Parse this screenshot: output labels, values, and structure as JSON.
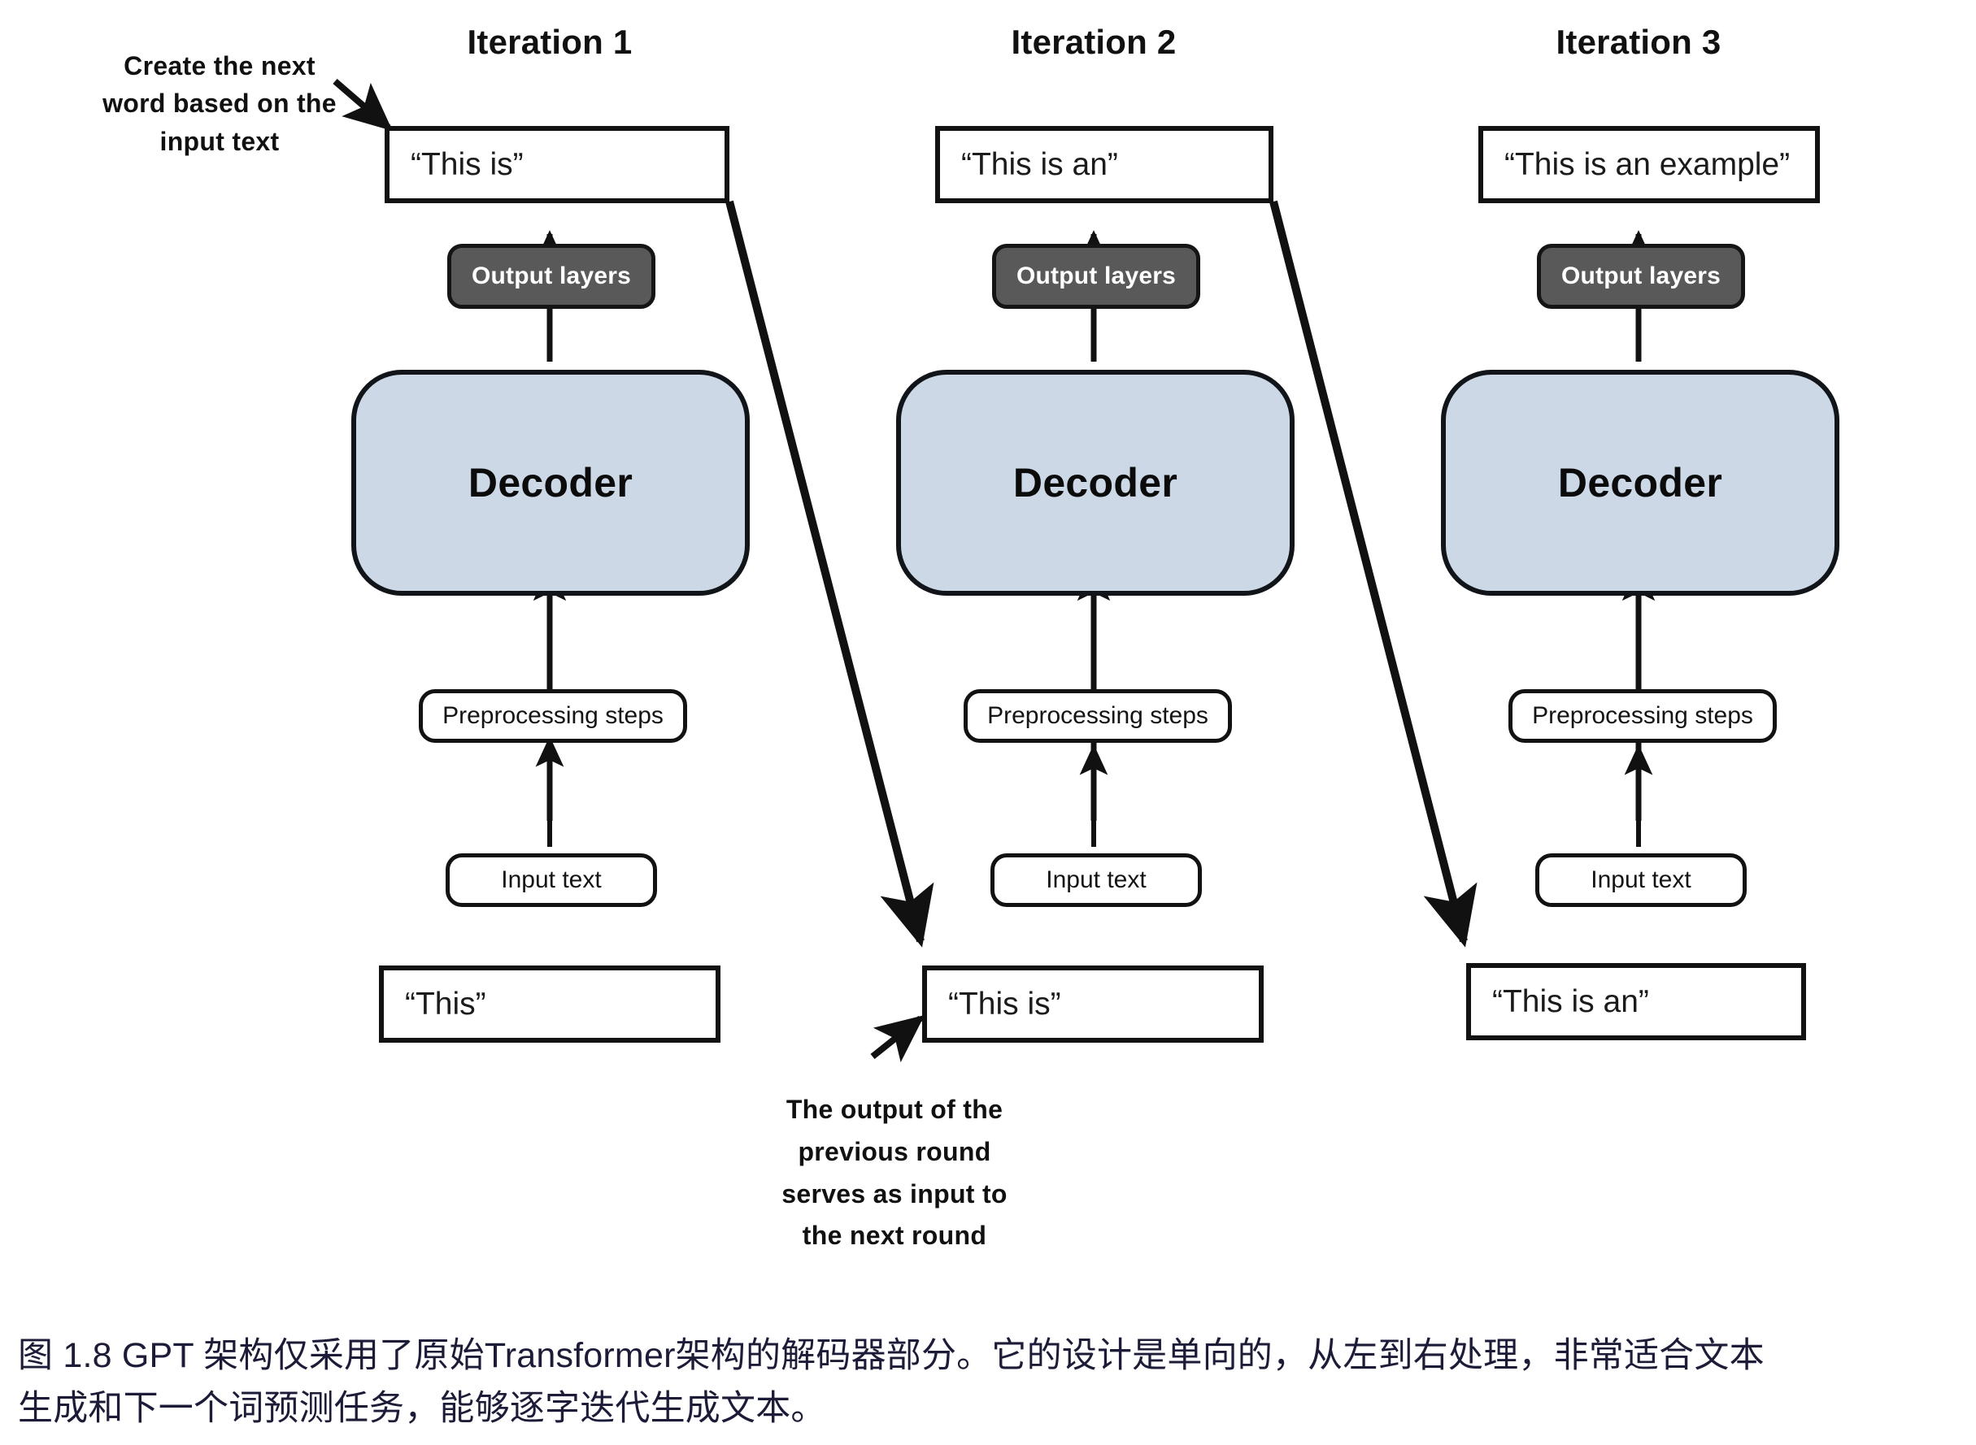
{
  "figure": {
    "columns": [
      {
        "title": "Iteration 1",
        "output_box": "“This is”",
        "output_layers": "Output layers",
        "decoder": "Decoder",
        "preprocessing": "Preprocessing steps",
        "input_label": "Input text",
        "input_box": "“This”"
      },
      {
        "title": "Iteration 2",
        "output_box": "“This is an”",
        "output_layers": "Output layers",
        "decoder": "Decoder",
        "preprocessing": "Preprocessing steps",
        "input_label": "Input text",
        "input_box": "“This is”"
      },
      {
        "title": "Iteration 3",
        "output_box": "“This is an example”",
        "output_layers": "Output layers",
        "decoder": "Decoder",
        "preprocessing": "Preprocessing steps",
        "input_label": "Input text",
        "input_box": "“This is an”"
      }
    ],
    "annotations": {
      "top_left": "Create the next\nword based on the\ninput text",
      "bottom_center": "The output of the\nprevious round\nserves as input to\nthe next round"
    }
  },
  "caption": {
    "line1": "图 1.8  GPT 架构仅采用了原始Transformer架构的解码器部分。它的设计是单向的，从左到右处理，非常适合文本",
    "line2": "生成和下一个词预测任务，能够逐字迭代生成文本。"
  },
  "colors": {
    "decoder_fill": "#ccd8e6",
    "output_layers_fill": "#595959",
    "stroke": "#121212",
    "caption_text": "#1c1c38"
  }
}
